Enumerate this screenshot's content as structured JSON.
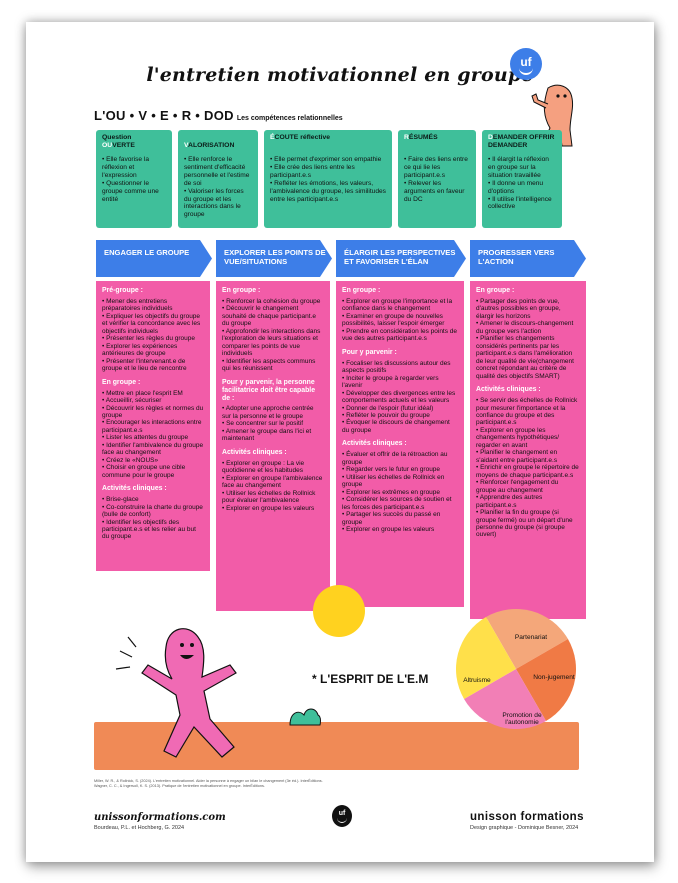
{
  "title": "l'entretien motivationnel en groupe",
  "logo_text": "uf",
  "ouverdod": {
    "heading": "L'OU • V • E • R • DOD",
    "subheading": "Les compétences relationnelles"
  },
  "skills": [
    {
      "head_prefix": "Question",
      "head_cap": "OU",
      "head_rest": "VERTE",
      "items": [
        "Elle favorise la réflexion et l'expression",
        "Questionner le groupe comme une entité"
      ]
    },
    {
      "head_prefix": "",
      "head_cap": "V",
      "head_rest": "ALORISATION",
      "items": [
        "Elle renforce le sentiment d'efficacité personnelle et l'estime de soi",
        "Valoriser les forces du groupe et les interactions dans le groupe"
      ]
    },
    {
      "head_prefix": "",
      "head_cap": "É",
      "head_rest": "COUTE réflective",
      "items": [
        "Elle permet d'exprimer son empathie",
        "Elle crée des liens entre les participant.e.s",
        "Refléter les émotions, les valeurs, l'ambivalence du groupe, les similitudes entre les participant.e.s"
      ]
    },
    {
      "head_prefix": "",
      "head_cap": "R",
      "head_rest": "ÉSUMÉS",
      "items": [
        "Faire des liens entre ce qui lie les participant.e.s",
        "Relever les arguments en faveur du DC"
      ]
    },
    {
      "head_prefix": "",
      "head_cap": "D",
      "head_rest": "EMANDER OFFRIR DEMANDER",
      "items": [
        "Il élargit la réflexion en groupe sur la situation travaillée",
        "Il donne un menu d'options",
        "Il utilise l'intelligence collective"
      ]
    }
  ],
  "phases": [
    {
      "title": "ENGAGER LE GROUPE",
      "sections": [
        {
          "heading": "Pré-groupe :",
          "items": [
            "Mener des entretiens préparatoires individuels",
            "Expliquer les objectifs du groupe et vérifier la concordance avec les objectifs individuels",
            "Présenter les règles du groupe",
            "Explorer les expériences antérieures de groupe",
            "Présenter l'intervenant.e de groupe et le lieu de rencontre"
          ]
        },
        {
          "heading": "En groupe :",
          "items": [
            "Mettre en place l'esprit EM",
            "Accueillir, sécuriser",
            "Découvrir les règles et normes du groupe",
            "Encourager les interactions entre participant.e.s",
            "Lister les attentes du groupe",
            "Identifier l'ambivalence du groupe face au changement",
            "Créez le «NOUS»",
            "Choisir en groupe une cible commune pour le groupe"
          ]
        },
        {
          "heading": "Activités cliniques :",
          "items": [
            "Brise-glace",
            "Co-construire la charte du groupe (bulle de confort)",
            "Identifier les objectifs des participant.e.s et les relier au but du groupe"
          ]
        }
      ]
    },
    {
      "title": "EXPLORER LES POINTS DE VUE/SITUATIONS",
      "sections": [
        {
          "heading": "En groupe :",
          "items": [
            "Renforcer la cohésion du groupe",
            "Découvrir le changement souhaité de chaque participant.e du groupe",
            "Approfondir les interactions dans l'exploration de leurs situations et comparer les points de vue individuels",
            "Identifier les aspects communs qui les réunissent"
          ]
        },
        {
          "heading": "Pour y parvenir, la personne facilitatrice doit être capable de :",
          "items": [
            "Adopter une approche centrée sur la personne et le groupe",
            "Se concentrer sur le positif",
            "Amener le groupe dans l'ici et maintenant"
          ]
        },
        {
          "heading": "Activités cliniques :",
          "items": [
            "Explorer en groupe : La vie quotidienne et les habitudes",
            "Explorer en groupe l'ambivalence face au changement",
            "Utiliser les échelles de Rollnick pour évaluer l'ambivalence",
            "Explorer en groupe les valeurs"
          ]
        }
      ]
    },
    {
      "title": "ÉLARGIR LES PERSPECTIVES ET FAVORISER L'ÉLAN",
      "sections": [
        {
          "heading": "En groupe :",
          "items": [
            "Explorer en groupe l'importance et la confiance dans le changement",
            "Examiner en groupe de nouvelles possibilités, laisser l'espoir émerger",
            "Prendre en considération les points de vue des autres participant.e.s"
          ]
        },
        {
          "heading": "Pour y parvenir :",
          "items": [
            "Focaliser les discussions autour des aspects positifs",
            "Inciter le groupe à regarder vers l'avenir",
            "Développer des divergences entre les comportements actuels et les valeurs",
            "Donner de l'espoir (futur idéal)",
            "Refléter le pouvoir du groupe",
            "Évoquer le discours de changement du groupe"
          ]
        },
        {
          "heading": "Activités cliniques :",
          "items": [
            "Évaluer et offrir de la rétroaction au groupe",
            "Regarder vers le futur en groupe",
            "Utiliser les échelles de Rollnick en groupe",
            "Explorer les extrêmes en groupe",
            "Considérer les sources de soutien et les forces des participant.e.s",
            "Partager les succès du passé en groupe",
            "Explorer en groupe les valeurs"
          ]
        }
      ]
    },
    {
      "title": "PROGRESSER VERS L'ACTION",
      "sections": [
        {
          "heading": "En groupe :",
          "items": [
            "Partager des points de vue, d'autres possibles en groupe, élargir les horizons",
            "Amener le discours-changement du groupe vers l'action",
            "Planifier les changements considérés pertinents par les participant.e.s dans l'amélioration de leur qualité de vie(changement concret répondant au critère de qualité des objectifs SMART)"
          ]
        },
        {
          "heading": "Activités cliniques :",
          "items": [
            "Se servir des échelles de Rollnick pour mesurer l'importance et la confiance du groupe et des participant.e.s",
            "Explorer en groupe les changements hypothétiques/ regarder en avant",
            "Planifier le changement en s'aidant entre participant.e.s",
            "Enrichir en groupe le répertoire de moyens de chaque participant.e.s",
            "Renforcer l'engagement du groupe au changement",
            "Apprendre des autres participant.e.s",
            "Planifier la fin du groupe (si groupe fermé) ou un départ d'une personne du groupe (si groupe ouvert)"
          ]
        }
      ]
    }
  ],
  "esprit": {
    "label": "* L'ESPRIT DE L'E.M",
    "slices": [
      "Partenariat",
      "Non-jugement",
      "Promotion de l'autonomie",
      "Altruisme"
    ],
    "slice_colors": [
      "#f4a77a",
      "#f07a45",
      "#f27fb6",
      "#ffe04a"
    ]
  },
  "footer": {
    "refs_line1": "Miller, W. R., & Rollnick, S. (2024). L'entretien motivationnel. Aider la personne à engager un bilan le changement (3e éd.). InterÉditions.",
    "refs_line2": "Wagner, C. C., & Ingersoll, K. S. (2013). Pratique de l'entretien motivationnel en groupe. InterÉditions.",
    "website": "unissonformations.com",
    "authors": "Bourdeau, P.L. et Hochberg, G. 2024",
    "brand": "unisson formations",
    "design": "Design graphique - Dominique Besner, 2024",
    "foot_logo": "uf"
  }
}
